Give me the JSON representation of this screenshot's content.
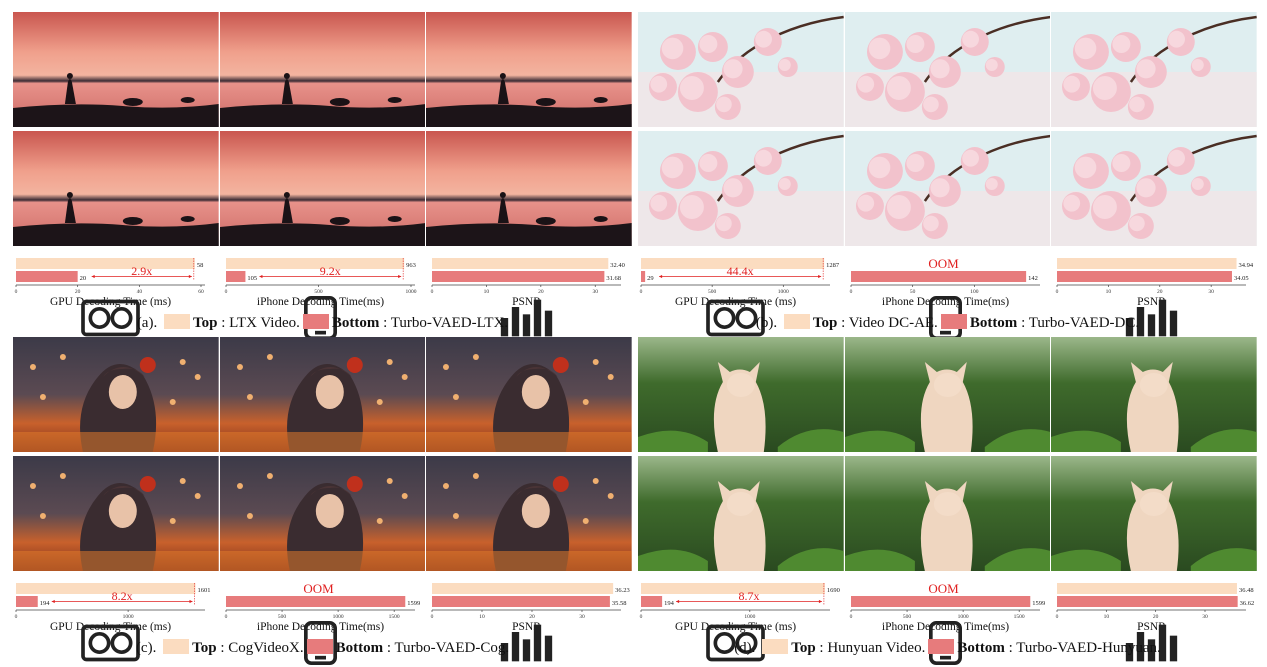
{
  "colors": {
    "top": "#fbdcc0",
    "bottom": "#e77b7c",
    "speedup": "#e02020"
  },
  "panels": [
    {
      "id": "a",
      "scene": "sunset",
      "caption": {
        "prefix": "(a).",
        "top_bold": "Top",
        "top_rest": " : LTX Video.",
        "bottom_bold": "Bottom",
        "bottom_rest": " : Turbo-VAED-LTX."
      },
      "chart_data": [
        {
          "type": "bar",
          "xlabel": "GPU Decoding Time (ms)",
          "icon": "gpu-icon",
          "series": [
            {
              "values": [
                58
              ]
            },
            {
              "values": [
                20
              ]
            }
          ],
          "value_labels": [
            "58",
            "20"
          ],
          "xlim": [
            0,
            60
          ],
          "ticks": [
            "0",
            "20",
            "40",
            "60"
          ],
          "tick_values": [
            0,
            20,
            40,
            60
          ],
          "speedup": "2.9x",
          "oom": false
        },
        {
          "type": "bar",
          "xlabel": "iPhone Decoding Time(ms)",
          "icon": "phone-icon",
          "series": [
            {
              "values": [
                963
              ]
            },
            {
              "values": [
                105
              ]
            }
          ],
          "value_labels": [
            "963",
            "105"
          ],
          "xlim": [
            0,
            1000
          ],
          "ticks": [
            "0",
            "500",
            "1000"
          ],
          "tick_values": [
            0,
            500,
            1000
          ],
          "speedup": "9.2x",
          "oom": false
        },
        {
          "type": "bar",
          "xlabel": "PSNR",
          "icon": "chart-icon",
          "series": [
            {
              "values": [
                32.4
              ]
            },
            {
              "values": [
                31.68
              ]
            }
          ],
          "value_labels": [
            "32.40",
            "31.68"
          ],
          "xlim": [
            0,
            34
          ],
          "ticks": [
            "0",
            "10",
            "20",
            "30"
          ],
          "tick_values": [
            0,
            10,
            20,
            30
          ],
          "speedup": "",
          "oom": false
        }
      ]
    },
    {
      "id": "b",
      "scene": "blossom",
      "caption": {
        "prefix": "(b).",
        "top_bold": "Top",
        "top_rest": " : Video DC-AE.",
        "bottom_bold": "Bottom",
        "bottom_rest": " : Turbo-VAED-DC."
      },
      "chart_data": [
        {
          "type": "bar",
          "xlabel": "GPU Decoding Time (ms)",
          "icon": "gpu-icon",
          "series": [
            {
              "values": [
                1287
              ]
            },
            {
              "values": [
                29
              ]
            }
          ],
          "value_labels": [
            "1287",
            "29"
          ],
          "xlim": [
            0,
            1300
          ],
          "ticks": [
            "0",
            "500",
            "1000"
          ],
          "tick_values": [
            0,
            500,
            1000
          ],
          "speedup": "44.4x",
          "oom": false
        },
        {
          "type": "bar",
          "xlabel": "iPhone Decoding Time(ms)",
          "icon": "phone-icon",
          "series": [
            {
              "values": [
                null
              ]
            },
            {
              "values": [
                142
              ]
            }
          ],
          "value_labels": [
            "",
            "142"
          ],
          "xlim": [
            0,
            150
          ],
          "ticks": [
            "0",
            "50",
            "100"
          ],
          "tick_values": [
            0,
            50,
            100
          ],
          "speedup": "",
          "oom": true,
          "oom_label": "OOM"
        },
        {
          "type": "bar",
          "xlabel": "PSNR",
          "icon": "chart-icon",
          "series": [
            {
              "values": [
                34.94
              ]
            },
            {
              "values": [
                34.05
              ]
            }
          ],
          "value_labels": [
            "34.94",
            "34.05"
          ],
          "xlim": [
            0,
            36
          ],
          "ticks": [
            "0",
            "10",
            "20",
            "30"
          ],
          "tick_values": [
            0,
            10,
            20,
            30
          ],
          "speedup": "",
          "oom": false
        }
      ]
    },
    {
      "id": "c",
      "scene": "anime",
      "caption": {
        "prefix": "(c).",
        "top_bold": "Top",
        "top_rest": " : CogVideoX.",
        "bottom_bold": "Bottom",
        "bottom_rest": " : Turbo-VAED-Cog."
      },
      "chart_data": [
        {
          "type": "bar",
          "xlabel": "GPU Decoding Time (ms)",
          "icon": "gpu-icon",
          "series": [
            {
              "values": [
                1601
              ]
            },
            {
              "values": [
                194
              ]
            }
          ],
          "value_labels": [
            "1601",
            "194"
          ],
          "xlim": [
            0,
            1650
          ],
          "ticks": [
            "0",
            "1000"
          ],
          "tick_values": [
            0,
            1000
          ],
          "speedup": "8.2x",
          "oom": false
        },
        {
          "type": "bar",
          "xlabel": "iPhone Decoding Time(ms)",
          "icon": "phone-icon",
          "series": [
            {
              "values": [
                null
              ]
            },
            {
              "values": [
                1599
              ]
            }
          ],
          "value_labels": [
            "",
            "1599"
          ],
          "xlim": [
            0,
            1650
          ],
          "ticks": [
            "0",
            "500",
            "1000",
            "1500"
          ],
          "tick_values": [
            0,
            500,
            1000,
            1500
          ],
          "speedup": "",
          "oom": true,
          "oom_label": "OOM"
        },
        {
          "type": "bar",
          "xlabel": "PSNR",
          "icon": "chart-icon",
          "series": [
            {
              "values": [
                36.23
              ]
            },
            {
              "values": [
                35.58
              ]
            }
          ],
          "value_labels": [
            "36.23",
            "35.58"
          ],
          "xlim": [
            0,
            37
          ],
          "ticks": [
            "0",
            "10",
            "20",
            "30"
          ],
          "tick_values": [
            0,
            10,
            20,
            30
          ],
          "speedup": "",
          "oom": false
        }
      ]
    },
    {
      "id": "d",
      "scene": "cat",
      "caption": {
        "prefix": "(d).",
        "top_bold": "Top",
        "top_rest": " : Hunyuan Video.",
        "bottom_bold": "Bottom",
        "bottom_rest": " : Turbo-VAED-Hunyuan."
      },
      "chart_data": [
        {
          "type": "bar",
          "xlabel": "GPU Decoding Time (ms)",
          "icon": "gpu-icon",
          "series": [
            {
              "values": [
                1690
              ]
            },
            {
              "values": [
                194
              ]
            }
          ],
          "value_labels": [
            "1690",
            "194"
          ],
          "xlim": [
            0,
            1700
          ],
          "ticks": [
            "0",
            "1000"
          ],
          "tick_values": [
            0,
            1000
          ],
          "speedup": "8.7x",
          "oom": false
        },
        {
          "type": "bar",
          "xlabel": "iPhone Decoding Time(ms)",
          "icon": "phone-icon",
          "series": [
            {
              "values": [
                null
              ]
            },
            {
              "values": [
                1599
              ]
            }
          ],
          "value_labels": [
            "",
            "1599"
          ],
          "xlim": [
            0,
            1650
          ],
          "ticks": [
            "0",
            "500",
            "1000",
            "1500"
          ],
          "tick_values": [
            0,
            500,
            1000,
            1500
          ],
          "speedup": "",
          "oom": true,
          "oom_label": "OOM"
        },
        {
          "type": "bar",
          "xlabel": "PSNR",
          "icon": "chart-icon",
          "series": [
            {
              "values": [
                36.48
              ]
            },
            {
              "values": [
                36.62
              ]
            }
          ],
          "value_labels": [
            "36.48",
            "36.62"
          ],
          "xlim": [
            0,
            37.5
          ],
          "ticks": [
            "0",
            "10",
            "20",
            "30"
          ],
          "tick_values": [
            0,
            10,
            20,
            30
          ],
          "speedup": "",
          "oom": false
        }
      ]
    }
  ]
}
